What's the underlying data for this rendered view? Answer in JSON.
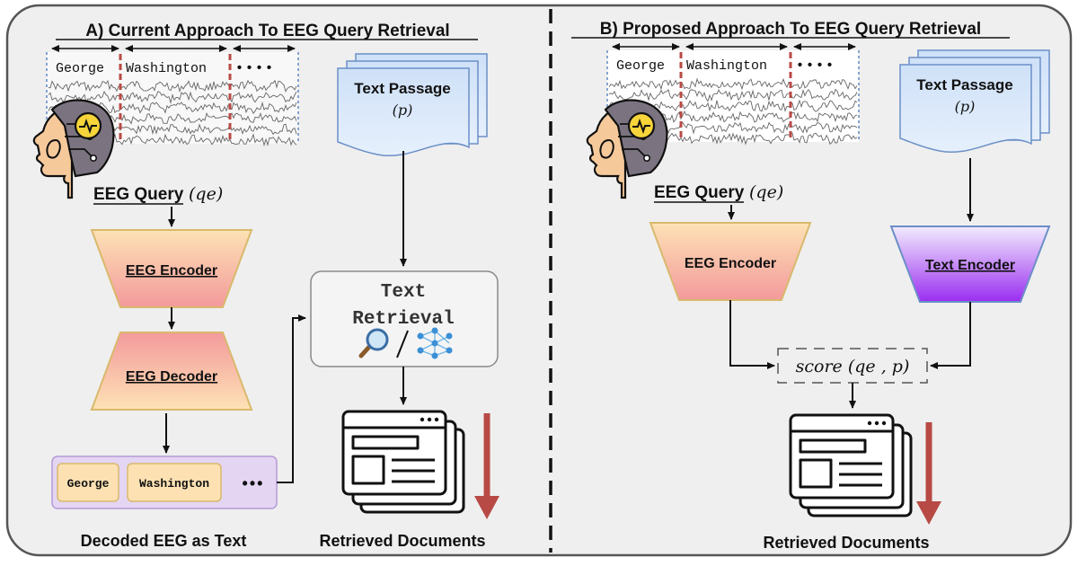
{
  "left": {
    "title": "A) Current Approach To EEG Query Retrieval",
    "eeg_words": [
      "George",
      "Washington",
      "••••"
    ],
    "text_passage": "Text Passage",
    "text_passage_symbol": "(p)",
    "eeg_query_label": "EEG Query",
    "eeg_query_symbol": "(qe)",
    "eeg_encoder": "EEG Encoder",
    "eeg_decoder": "EEG Decoder",
    "text_retrieval_line1": "Text",
    "text_retrieval_line2": "Retrieval",
    "decoded_tokens": [
      "George",
      "Washington"
    ],
    "decoded_ellipsis": "•••",
    "decoded_caption": "Decoded EEG as Text",
    "retrieved_caption": "Retrieved Documents"
  },
  "right": {
    "title": "B) Proposed Approach To EEG Query Retrieval",
    "eeg_words": [
      "George",
      "Washington",
      "••••"
    ],
    "text_passage": "Text Passage",
    "text_passage_symbol": "(p)",
    "eeg_query_label": "EEG Query",
    "eeg_query_symbol": "(qe)",
    "eeg_encoder": "EEG Encoder",
    "text_encoder": "Text Encoder",
    "score": "score (qe , p)",
    "retrieved_caption": "Retrieved Documents"
  },
  "colors": {
    "panel_bg": "#efefef",
    "arrow_red": "#b84a45",
    "passage_blue": "#dbe9fb",
    "encoder_orange": "#fcd9b0",
    "encoder_pink": "#f4a0a0",
    "text_encoder_purple": "#9b30ee",
    "token_box": "#fde1b3",
    "decoded_strip": "#e3d5f1"
  },
  "icons": [
    "head-eeg-icon",
    "search-icon",
    "neural-network-icon",
    "documents-icon"
  ]
}
